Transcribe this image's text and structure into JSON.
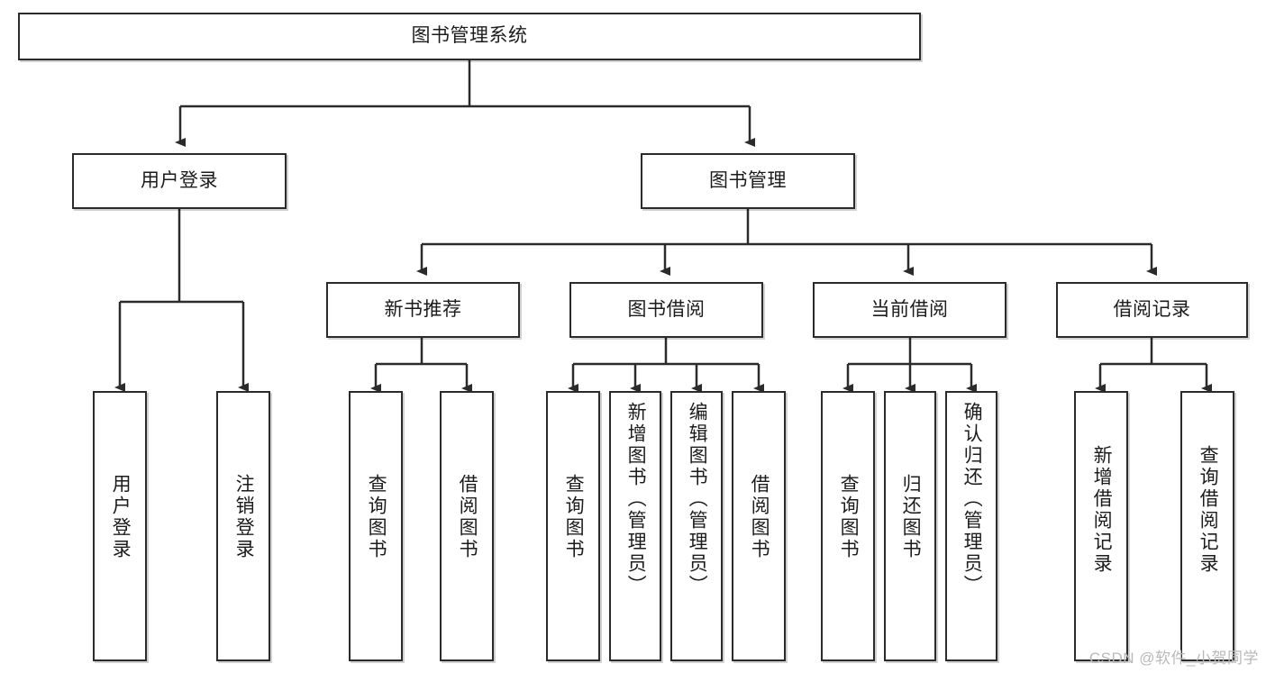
{
  "diagram": {
    "title": "图书管理系统",
    "type": "tree-hierarchy",
    "root": {
      "label": "图书管理系统"
    },
    "level1": [
      {
        "label": "用户登录"
      },
      {
        "label": "图书管理"
      }
    ],
    "level2": [
      {
        "label": "新书推荐"
      },
      {
        "label": "图书借阅"
      },
      {
        "label": "当前借阅"
      },
      {
        "label": "借阅记录"
      }
    ],
    "leaves": {
      "user_login": [
        {
          "label": "用户登录"
        },
        {
          "label": "注销登录"
        }
      ],
      "new_book_recommend": [
        {
          "label": "查询图书"
        },
        {
          "label": "借阅图书"
        }
      ],
      "book_borrow": [
        {
          "label": "查询图书"
        },
        {
          "label": "新增图书（管理员）"
        },
        {
          "label": "编辑图书（管理员）"
        },
        {
          "label": "借阅图书"
        }
      ],
      "current_borrow": [
        {
          "label": "查询图书"
        },
        {
          "label": "归还图书"
        },
        {
          "label": "确认归还（管理员）"
        }
      ],
      "borrow_record": [
        {
          "label": "新增借阅记录"
        },
        {
          "label": "查询借阅记录"
        }
      ]
    }
  },
  "watermark": {
    "text": "CSDN @软件_小贺同学"
  },
  "colors": {
    "border": "#2b2b2b",
    "text": "#1c1c1c",
    "background": "#ffffff",
    "watermark": "#b9b9b9"
  }
}
